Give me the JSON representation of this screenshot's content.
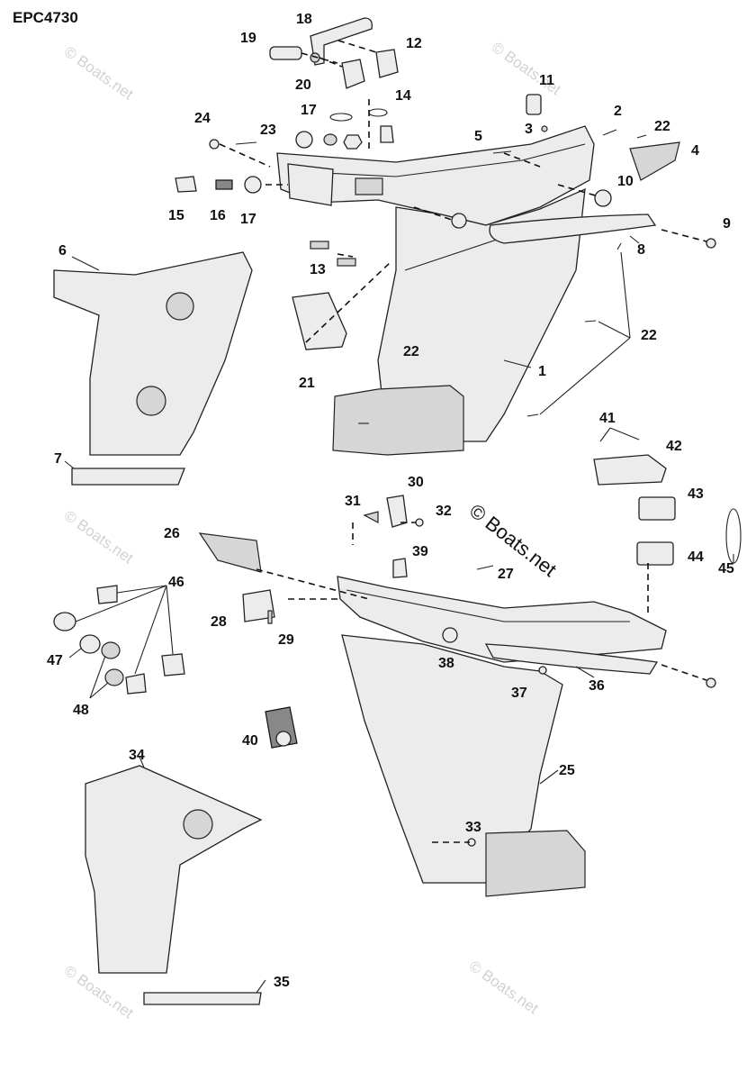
{
  "diagram_code": "EPC4730",
  "watermark": "© Boats.net",
  "callouts": [
    {
      "label": "1"
    },
    {
      "label": "2"
    },
    {
      "label": "3"
    },
    {
      "label": "4"
    },
    {
      "label": "5"
    },
    {
      "label": "6"
    },
    {
      "label": "7"
    },
    {
      "label": "8"
    },
    {
      "label": "9"
    },
    {
      "label": "10"
    },
    {
      "label": "11"
    },
    {
      "label": "12"
    },
    {
      "label": "13"
    },
    {
      "label": "14"
    },
    {
      "label": "15"
    },
    {
      "label": "16"
    },
    {
      "label": "17"
    },
    {
      "label": "17"
    },
    {
      "label": "18"
    },
    {
      "label": "19"
    },
    {
      "label": "20"
    },
    {
      "label": "21"
    },
    {
      "label": "22"
    },
    {
      "label": "22"
    },
    {
      "label": "22"
    },
    {
      "label": "23"
    },
    {
      "label": "24"
    },
    {
      "label": "25"
    },
    {
      "label": "26"
    },
    {
      "label": "27"
    },
    {
      "label": "28"
    },
    {
      "label": "29"
    },
    {
      "label": "30"
    },
    {
      "label": "31"
    },
    {
      "label": "32"
    },
    {
      "label": "33"
    },
    {
      "label": "34"
    },
    {
      "label": "35"
    },
    {
      "label": "36"
    },
    {
      "label": "37"
    },
    {
      "label": "38"
    },
    {
      "label": "39"
    },
    {
      "label": "40"
    },
    {
      "label": "41"
    },
    {
      "label": "42"
    },
    {
      "label": "43"
    },
    {
      "label": "44"
    },
    {
      "label": "45"
    },
    {
      "label": "46"
    },
    {
      "label": "47"
    },
    {
      "label": "48"
    }
  ]
}
